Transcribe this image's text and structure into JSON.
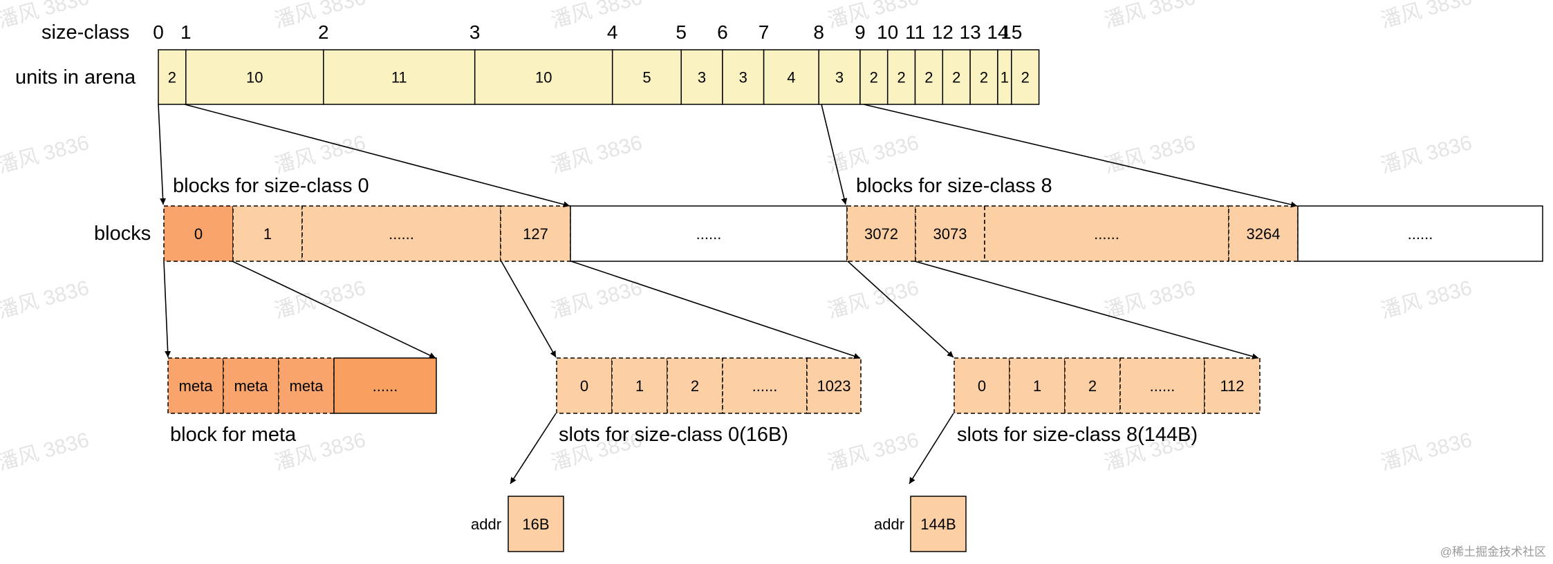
{
  "colors": {
    "arena_fill": "#fbf2c2",
    "block_fill": "#fccfa4",
    "block_first_fill": "#f9a46c",
    "meta_fill": "#f9a46c",
    "meta_more_fill": "#f8a060",
    "empty_fill": "#ffffff",
    "stroke": "#000000",
    "watermark": "#cfcfcf"
  },
  "labels": {
    "size_class": "size-class",
    "units_in_arena": "units in arena",
    "blocks": "blocks",
    "blocks_sc0": "blocks for size-class 0",
    "blocks_sc8": "blocks for size-class 8",
    "block_for_meta": "block for meta",
    "slots_sc0": "slots for size-class 0(16B)",
    "slots_sc8": "slots for size-class 8(144B)",
    "addr_a": "addr",
    "addr_b": "addr",
    "addr_a_value": "16B",
    "addr_b_value": "144B"
  },
  "arena": {
    "size_classes": [
      "0",
      "1",
      "2",
      "3",
      "4",
      "5",
      "6",
      "7",
      "8",
      "9",
      "10",
      "11",
      "12",
      "13",
      "14",
      "15"
    ],
    "units": [
      2,
      10,
      11,
      10,
      5,
      3,
      3,
      4,
      3,
      2,
      2,
      2,
      2,
      2,
      1,
      2
    ]
  },
  "blocks_row": [
    "0",
    "1",
    "......",
    "127",
    "......",
    "3072",
    "3073",
    "......",
    "3264",
    "......"
  ],
  "meta_row": [
    "meta",
    "meta",
    "meta",
    "......"
  ],
  "slots_sc0": [
    "0",
    "1",
    "2",
    "......",
    "1023"
  ],
  "slots_sc8": [
    "0",
    "1",
    "2",
    "......",
    "112"
  ],
  "watermark": "潘风 3836",
  "credit": "@稀土掘金技术社区"
}
